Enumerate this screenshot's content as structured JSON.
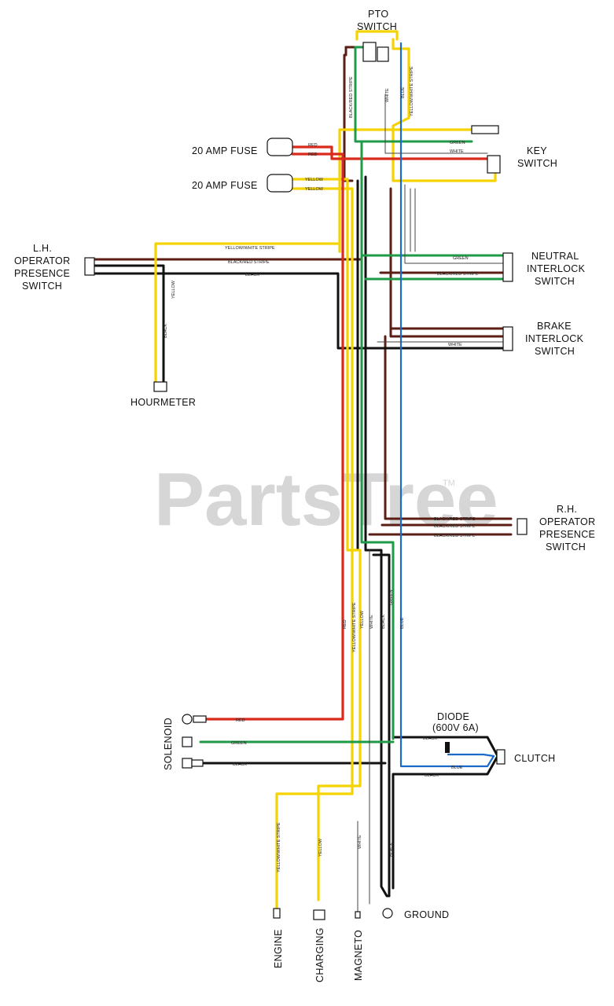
{
  "watermark": {
    "text": "PartsTree",
    "trademark": "TM"
  },
  "components": {
    "pto_switch": [
      "PTO",
      "SWITCH"
    ],
    "key_switch": [
      "KEY",
      "SWITCH"
    ],
    "fuse_1": "20 AMP FUSE",
    "fuse_2": "20 AMP FUSE",
    "lh_operator_presence_switch": [
      "L.H.",
      "OPERATOR",
      "PRESENCE",
      "SWITCH"
    ],
    "hourmeter": "HOURMETER",
    "neutral_interlock_switch": [
      "NEUTRAL",
      "INTERLOCK",
      "SWITCH"
    ],
    "brake_interlock_switch": [
      "BRAKE",
      "INTERLOCK",
      "SWITCH"
    ],
    "rh_operator_presence_switch": [
      "R.H.",
      "OPERATOR",
      "PRESENCE",
      "SWITCH"
    ],
    "diode": [
      "DIODE",
      "(600V 6A)"
    ],
    "clutch": "CLUTCH",
    "solenoid": "SOLENOID",
    "ground": "GROUND",
    "engine": "ENGINE",
    "charging": "CHARGING",
    "magneto": "MAGNETO"
  },
  "wire_labels": {
    "black_red_stripe": "BLACK/RED STRIPE",
    "white": "WHITE",
    "blue": "BLUE",
    "yellow_white_stripe": "YELLOW/WHITE STRIPE",
    "green": "GREEN",
    "red": "RED",
    "yellow": "YELLOW",
    "black": "BLACK"
  },
  "colors": {
    "yellow": "#f5d300",
    "red": "#d92a1c",
    "green": "#1e9a48",
    "blue": "#1b69c9",
    "black": "#111111",
    "black_red": "#5a1e14"
  }
}
